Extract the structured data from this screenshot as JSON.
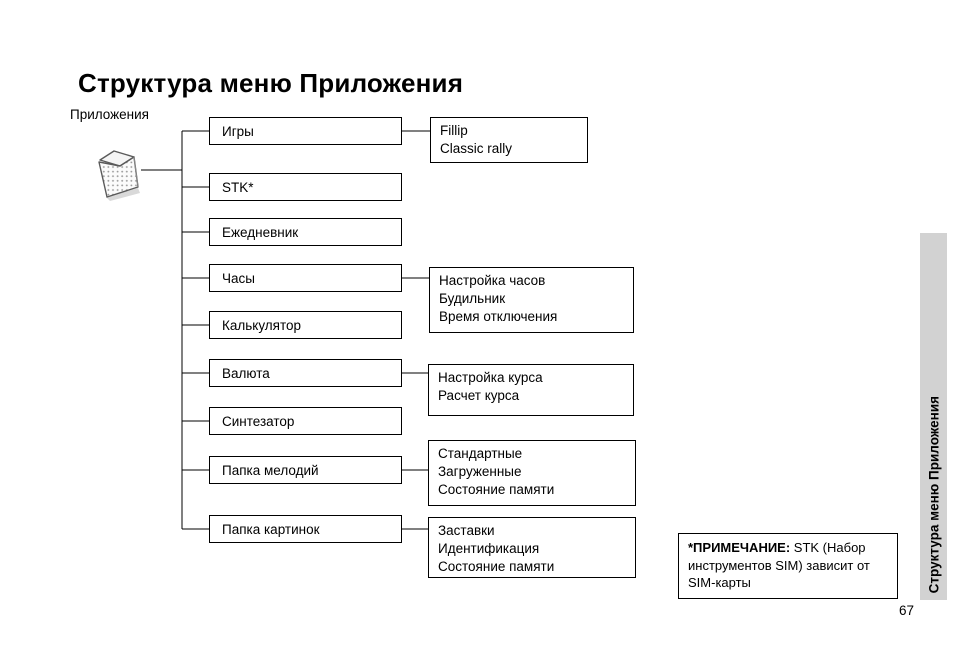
{
  "title": "Структура меню Приложения",
  "root_label": "Приложения",
  "tree": {
    "items": [
      {
        "label": "Игры",
        "children": [
          "Fillip",
          "Classic rally"
        ]
      },
      {
        "label": "STK*",
        "children": []
      },
      {
        "label": "Ежедневник",
        "children": []
      },
      {
        "label": "Часы",
        "children": [
          "Настройка часов",
          "Будильник",
          "Время отключения"
        ]
      },
      {
        "label": "Калькулятор",
        "children": []
      },
      {
        "label": "Валюта",
        "children": [
          "Настройка курса",
          "Расчет курса"
        ]
      },
      {
        "label": "Синтезатор",
        "children": []
      },
      {
        "label": "Папка мелодий",
        "children": [
          "Стандартные",
          "Загруженные",
          "Состояние памяти"
        ]
      },
      {
        "label": "Папка картинок",
        "children": [
          "Заставки",
          "Идентификация",
          "Состояние памяти"
        ]
      }
    ]
  },
  "note": {
    "bold": "*ПРИМЕЧАНИЕ:",
    "text": " STK (Набор инструментов SIM) зависит от SIM-карты"
  },
  "sidebar": {
    "tab_label": "Структура меню Приложения",
    "tab_color": "#d2d2d2"
  },
  "page_number": "67",
  "colors": {
    "line": "#000000",
    "background": "#ffffff",
    "tab_gray": "#d2d2d2"
  }
}
